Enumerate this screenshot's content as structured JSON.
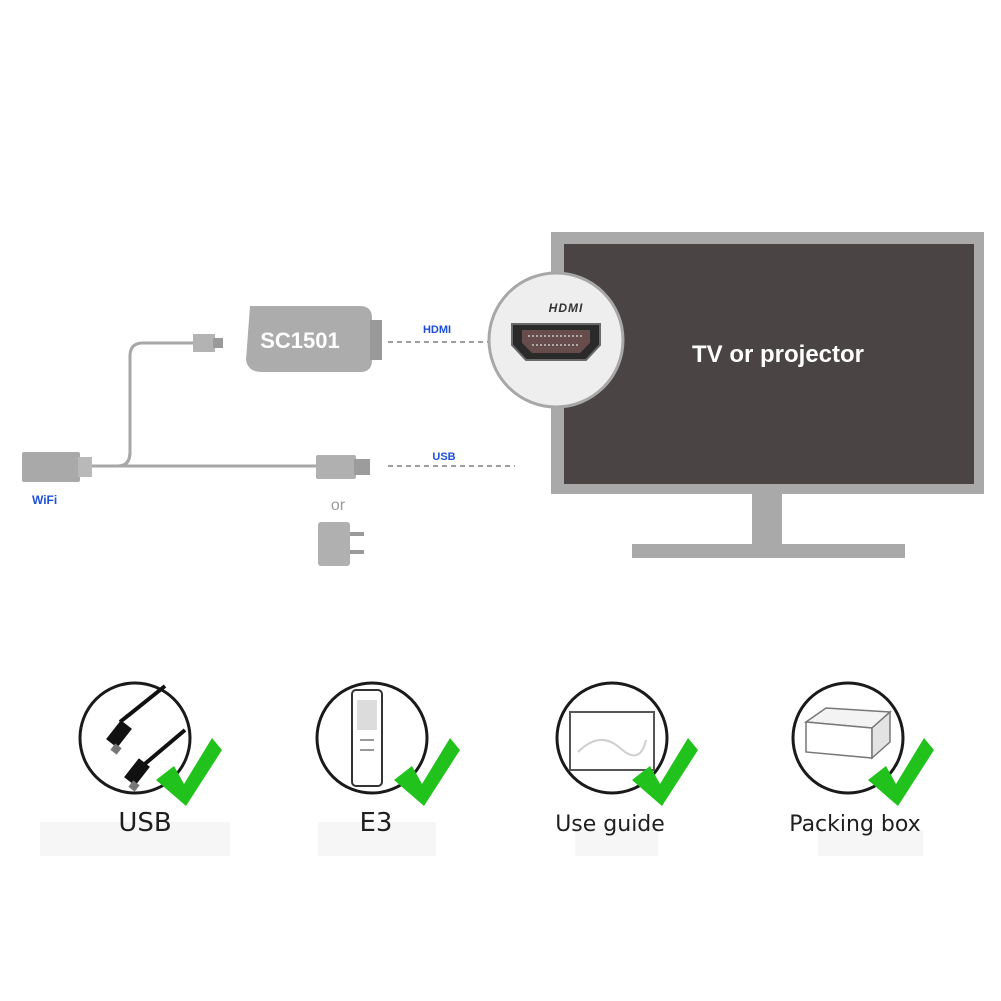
{
  "diagram": {
    "device_label": "SC1501",
    "hdmi_label": "HDMI",
    "usb_label": "USB",
    "wifi_label": "WiFi",
    "or_label": "or",
    "hdmi_port_label": "HDMI",
    "tv_label": "TV or projector"
  },
  "package_items": [
    {
      "label": "USB",
      "icon": "usb-cable-icon",
      "included": true
    },
    {
      "label": "E3",
      "icon": "dongle-icon",
      "included": true
    },
    {
      "label": "Use guide",
      "icon": "guide-icon",
      "included": true
    },
    {
      "label": "Packing box",
      "icon": "box-icon",
      "included": true
    }
  ],
  "colors": {
    "check": "#22c21d",
    "label_blue": "#1f4fd8",
    "screen": "#4a4445",
    "frame": "#a9a9a9"
  }
}
